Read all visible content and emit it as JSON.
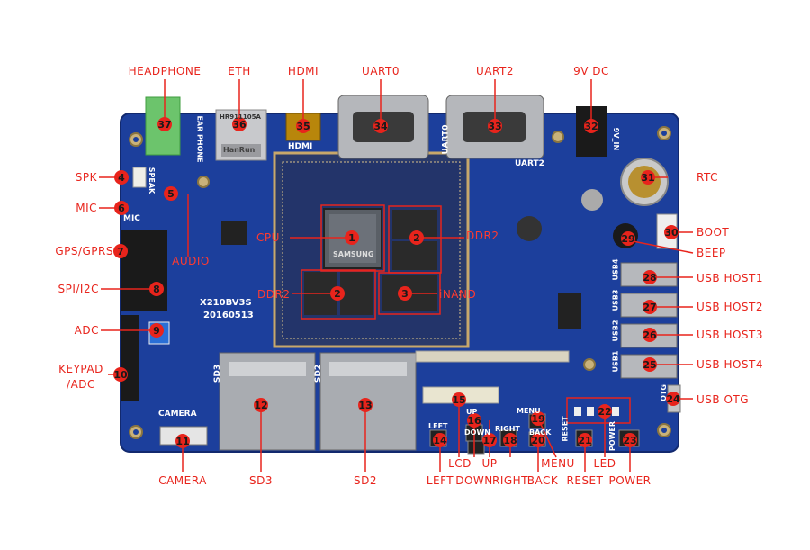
{
  "colors": {
    "board": "#1c3f9c",
    "board_edge": "#12296e",
    "label": "#e8241c",
    "marker": "#e8241c",
    "marker_text": "#1a1a1a"
  },
  "labels": {
    "headphone": "HEADPHONE",
    "eth": "ETH",
    "hdmi": "HDMI",
    "uart0": "UART0",
    "uart2": "UART2",
    "dc9v": "9V DC",
    "spk": "SPK",
    "mic": "MIC",
    "gps": "GPS/GPRS",
    "spi": "SPI/I2C",
    "adc": "ADC",
    "keypad": "KEYPAD\n/ADC",
    "camera": "CAMERA",
    "sd3": "SD3",
    "sd2": "SD2",
    "audio": "AUDIO",
    "cpu": "CPU",
    "ddr2_top": "DDR2",
    "ddr2_bottom": "DDR2",
    "inand": "iNAND",
    "rtc": "RTC",
    "boot": "BOOT",
    "beep": "BEEP",
    "usbhost1": "USB HOST1",
    "usbhost2": "USB HOST2",
    "usbhost3": "USB HOST3",
    "usbhost4": "USB HOST4",
    "usbotg": "USB OTG",
    "left": "LEFT",
    "lcd": "LCD",
    "down": "DOWN",
    "up": "UP",
    "right": "RIGHT",
    "back": "BACK",
    "menu": "MENU",
    "reset": "RESET",
    "led": "LED",
    "power": "POWER"
  },
  "silkscreen": {
    "model": "X210BV3S",
    "date": "20160513",
    "sd3": "SD3",
    "sd2": "SD2",
    "camera": "CAMERA",
    "uart2": "UART2",
    "uart0": "UART0",
    "hdmi": "HDMI",
    "ear_phone": "EAR PHONE",
    "speak": "SPEAK",
    "mic": "MIC",
    "dc_in": "9V_IN",
    "usb4": "USB4",
    "usb3": "USB3",
    "usb2": "USB2",
    "usb1": "USB1",
    "otg": "OTG",
    "left": "LEFT",
    "down": "DOWN",
    "up": "UP",
    "right": "RIGHT",
    "menu": "MENU",
    "back": "BACK",
    "reset": "RESET",
    "power": "POWER",
    "samsung": "SAMSUNG",
    "eth_brand": "HanRun",
    "eth_part": "HR911105A"
  },
  "markers": [
    "1",
    "2",
    "2",
    "3",
    "4",
    "5",
    "6",
    "7",
    "8",
    "9",
    "10",
    "11",
    "12",
    "13",
    "14",
    "15",
    "16",
    "17",
    "18",
    "19",
    "20",
    "21",
    "22",
    "23",
    "24",
    "25",
    "26",
    "27",
    "28",
    "29",
    "30",
    "31",
    "32",
    "33",
    "34",
    "35",
    "36",
    "37"
  ]
}
